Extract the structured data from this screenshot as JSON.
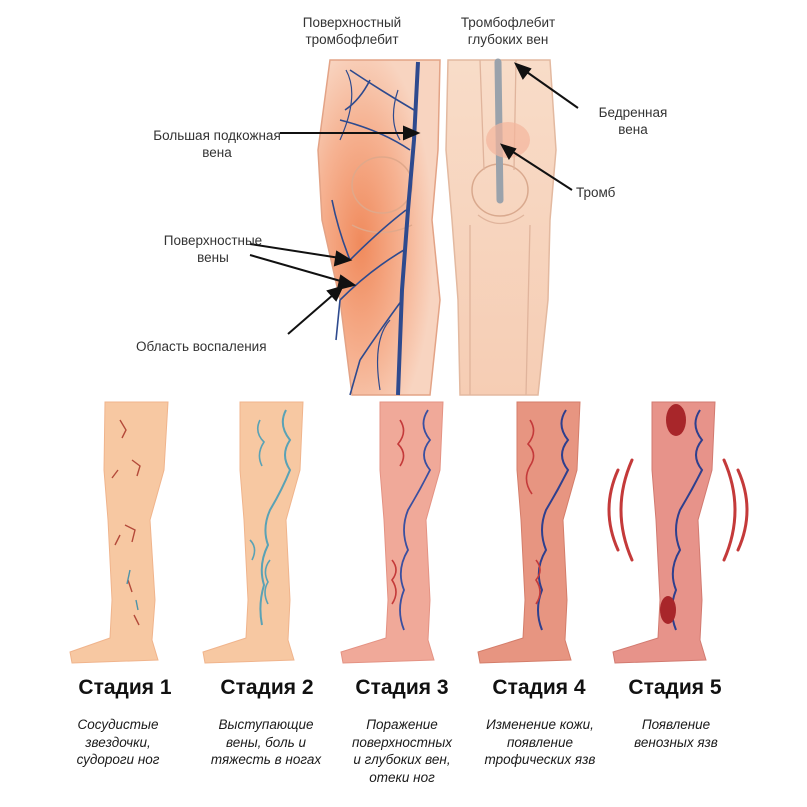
{
  "top_labels": {
    "superficial_thrombophlebitis": "Поверхностный\nтромбофлебит",
    "deep_thrombophlebitis": "Тромбофлебит\nглубоких вен",
    "great_saphenous_vein": "Большая подкожная\nвена",
    "superficial_veins": "Поверхностные\nвены",
    "inflammation_area": "Область воспаления",
    "femoral_vein": "Бедренная\nвена",
    "thrombus": "Тромб"
  },
  "stages": [
    {
      "title": "Стадия 1",
      "desc": "Сосудистые\nзвездочки,\nсудороги ног",
      "skin": "#f7c8a2"
    },
    {
      "title": "Стадия 2",
      "desc": "Выступающие\nвены, боль и\nтяжесть в ногах",
      "skin": "#f7c8a2"
    },
    {
      "title": "Стадия 3",
      "desc": "Поражение\nповерхностных\nи глубоких вен,\nотеки ног",
      "skin": "#f0a999"
    },
    {
      "title": "Стадия 4",
      "desc": "Изменение кожи,\nпоявление\nтрофических язв",
      "skin": "#e79581"
    },
    {
      "title": "Стадия 5",
      "desc": "Появление\nвенозных язв",
      "skin": "#e7938a"
    }
  ],
  "colors": {
    "skin_light": "#f7c8a2",
    "inflamed": "#ee8a5e",
    "vein_blue": "#2e4a8e",
    "vein_teal": "#5aa2b5",
    "vein_red": "#c43a3a",
    "pain_mark": "#c43a3a"
  }
}
